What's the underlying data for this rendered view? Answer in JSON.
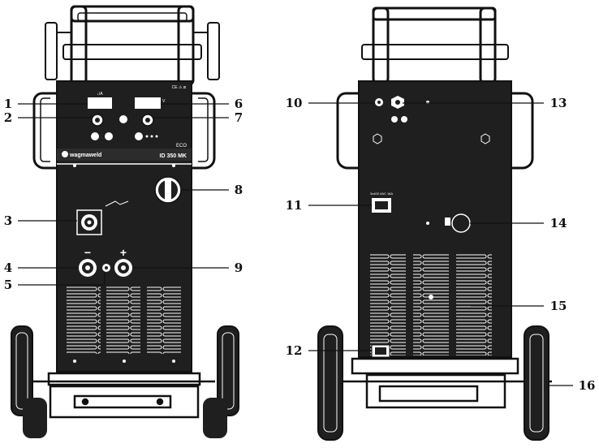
{
  "front_panel": {
    "brand": "wagmaweld",
    "series": "ECO",
    "model": "ID 350 MK",
    "ce_mark": "CE ⚠ ⧄",
    "left_display_label": "↓/A",
    "right_display_label": "V",
    "polarity_minus": "−",
    "polarity_plus": "+"
  },
  "back_panel": {
    "power_label": "3x400 VAC\n16A"
  },
  "callouts": [
    {
      "id": "1",
      "text": "1"
    },
    {
      "id": "2",
      "text": "2"
    },
    {
      "id": "3",
      "text": "3"
    },
    {
      "id": "4",
      "text": "4"
    },
    {
      "id": "5",
      "text": "5"
    },
    {
      "id": "6",
      "text": "6"
    },
    {
      "id": "7",
      "text": "7"
    },
    {
      "id": "8",
      "text": "8"
    },
    {
      "id": "9",
      "text": "9"
    },
    {
      "id": "10",
      "text": "10"
    },
    {
      "id": "11",
      "text": "11"
    },
    {
      "id": "12",
      "text": "12"
    },
    {
      "id": "13",
      "text": "13"
    },
    {
      "id": "14",
      "text": "14"
    },
    {
      "id": "15",
      "text": "15"
    },
    {
      "id": "16",
      "text": "16"
    }
  ],
  "colors": {
    "body": "#1f1f1f",
    "line": "#111111",
    "vents": "#ffffff"
  }
}
